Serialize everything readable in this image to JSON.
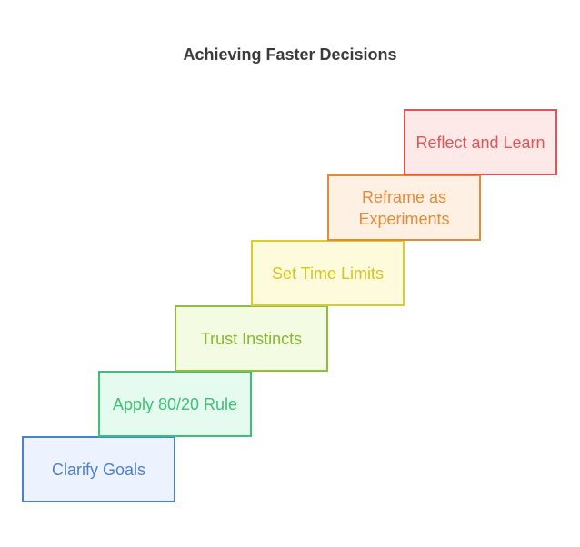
{
  "title": "Achieving Faster Decisions",
  "steps": [
    {
      "label": "Clarify Goals",
      "border": "#4a7fd4",
      "fill": "#edf3fe",
      "text": "#4a7fd4"
    },
    {
      "label": "Apply 80/20 Rule",
      "border": "#3cc072",
      "fill": "#e6fbef",
      "text": "#3cc072"
    },
    {
      "label": "Trust Instincts",
      "border": "#8cc03a",
      "fill": "#f3fbe2",
      "text": "#86b833"
    },
    {
      "label": "Set Time Limits",
      "border": "#dccb2c",
      "fill": "#fefbdc",
      "text": "#d6c421"
    },
    {
      "label": "Reframe as Experiments",
      "border": "#e18b3c",
      "fill": "#fef1e4",
      "text": "#e18b3c"
    },
    {
      "label": "Reflect and Learn",
      "border": "#e25454",
      "fill": "#fee9e9",
      "text": "#e25454"
    }
  ]
}
